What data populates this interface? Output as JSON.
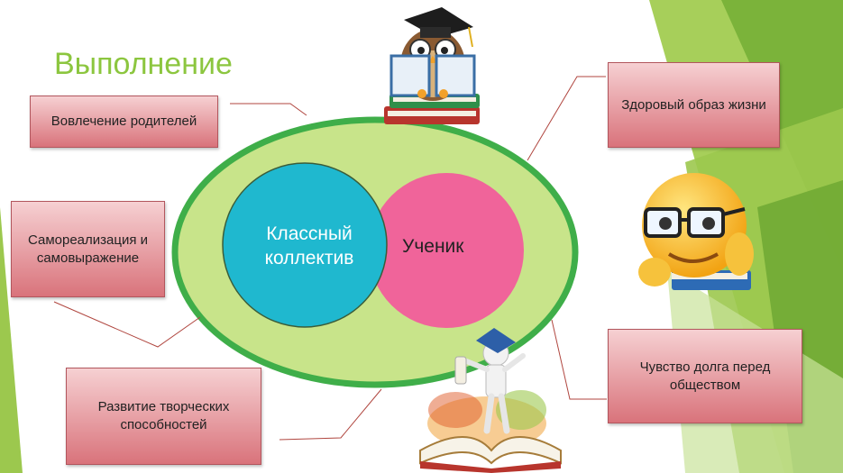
{
  "title": "Выполнение",
  "center": {
    "left_circle": "Классный коллектив",
    "right_circle": "Ученик"
  },
  "boxes": {
    "parents": "Вовлечение родителей",
    "self_realization": "Самореализация и самовыражение",
    "creativity": "Развитие творческих способностей",
    "health": "Здоровый образ жизни",
    "duty": "Чувство долга перед обществом"
  },
  "colors": {
    "title": "#8cc63f",
    "outer_ellipse_fill": "#c8e48a",
    "outer_ellipse_stroke": "#3fae49",
    "left_circle": "#1fb8cf",
    "right_circle": "#f0649a",
    "box_gradient_top": "#f6d0d2",
    "box_gradient_bottom": "#d9737b",
    "connector": "#b0463f"
  },
  "icons": [
    "owl-reading-icon",
    "smiley-glasses-icon",
    "figure-on-book-icon"
  ]
}
